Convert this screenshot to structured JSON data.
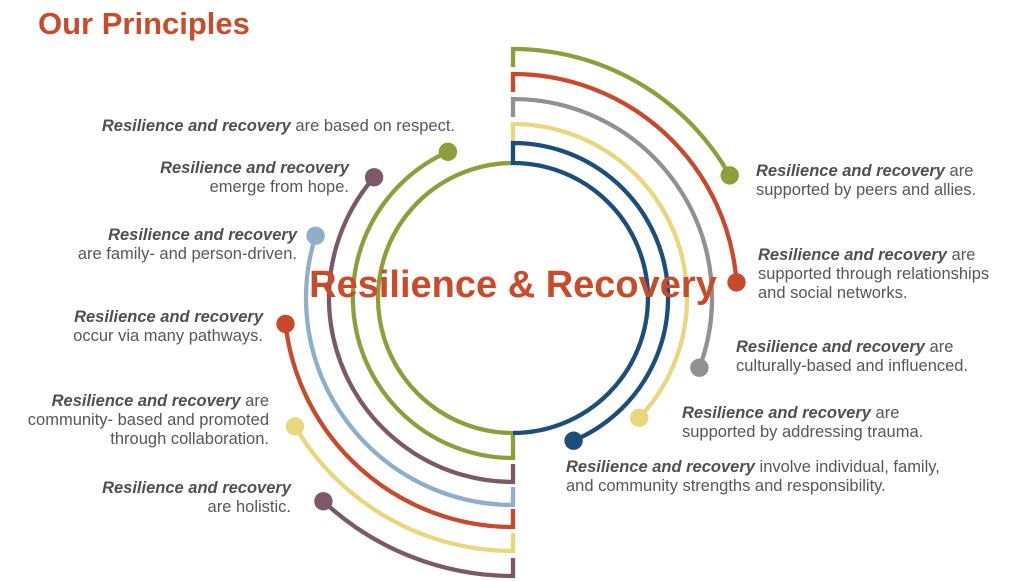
{
  "page": {
    "title": "Our Principles"
  },
  "center": {
    "line1": "Resilience",
    "line2": "& Recovery"
  },
  "palette": {
    "accent": "#C84C29",
    "olive": "#8C9F3B",
    "red": "#C8492B",
    "gray": "#8F9194",
    "yellow": "#E8D77E",
    "navy": "#1C4E7C",
    "plum": "#7B5A67",
    "steel": "#8FAECB",
    "label_text": "#55575A"
  },
  "labels_left": [
    {
      "color": "olive",
      "lines": [
        {
          "b": "Resilience and recovery",
          "t": " are based on respect."
        }
      ]
    },
    {
      "color": "plum",
      "lines": [
        {
          "b": "Resilience and recovery",
          "t": ""
        },
        {
          "t": "emerge from hope."
        }
      ]
    },
    {
      "color": "steel",
      "lines": [
        {
          "b": "Resilience and recovery",
          "t": ""
        },
        {
          "t": "are family- and person-driven."
        }
      ]
    },
    {
      "color": "red",
      "lines": [
        {
          "b": "Resilience and recovery",
          "t": ""
        },
        {
          "t": "occur via many pathways."
        }
      ]
    },
    {
      "color": "yellow",
      "lines": [
        {
          "b": "Resilience and recovery",
          "t": " are"
        },
        {
          "t": "community- based and promoted"
        },
        {
          "t": "through collaboration."
        }
      ]
    },
    {
      "color": "plum",
      "lines": [
        {
          "b": "Resilience and recovery",
          "t": ""
        },
        {
          "t": "are holistic."
        }
      ]
    }
  ],
  "labels_right": [
    {
      "color": "olive",
      "lines": [
        {
          "b": "Resilience and recovery",
          "t": " are"
        },
        {
          "t": "supported by peers and allies."
        }
      ]
    },
    {
      "color": "red",
      "lines": [
        {
          "b": "Resilience and recovery",
          "t": " are"
        },
        {
          "t": "supported through relationships"
        },
        {
          "t": "and social networks."
        }
      ]
    },
    {
      "color": "gray",
      "lines": [
        {
          "b": "Resilience and recovery",
          "t": " are"
        },
        {
          "t": "culturally-based and influenced."
        }
      ]
    },
    {
      "color": "yellow",
      "lines": [
        {
          "b": "Resilience and recovery",
          "t": " are"
        },
        {
          "t": "supported by addressing trauma."
        }
      ]
    },
    {
      "color": "navy",
      "lines": [
        {
          "b": "Resilience and recovery",
          "t": " involve individual, family,"
        },
        {
          "t": "and community strengths and responsibility."
        }
      ]
    }
  ]
}
